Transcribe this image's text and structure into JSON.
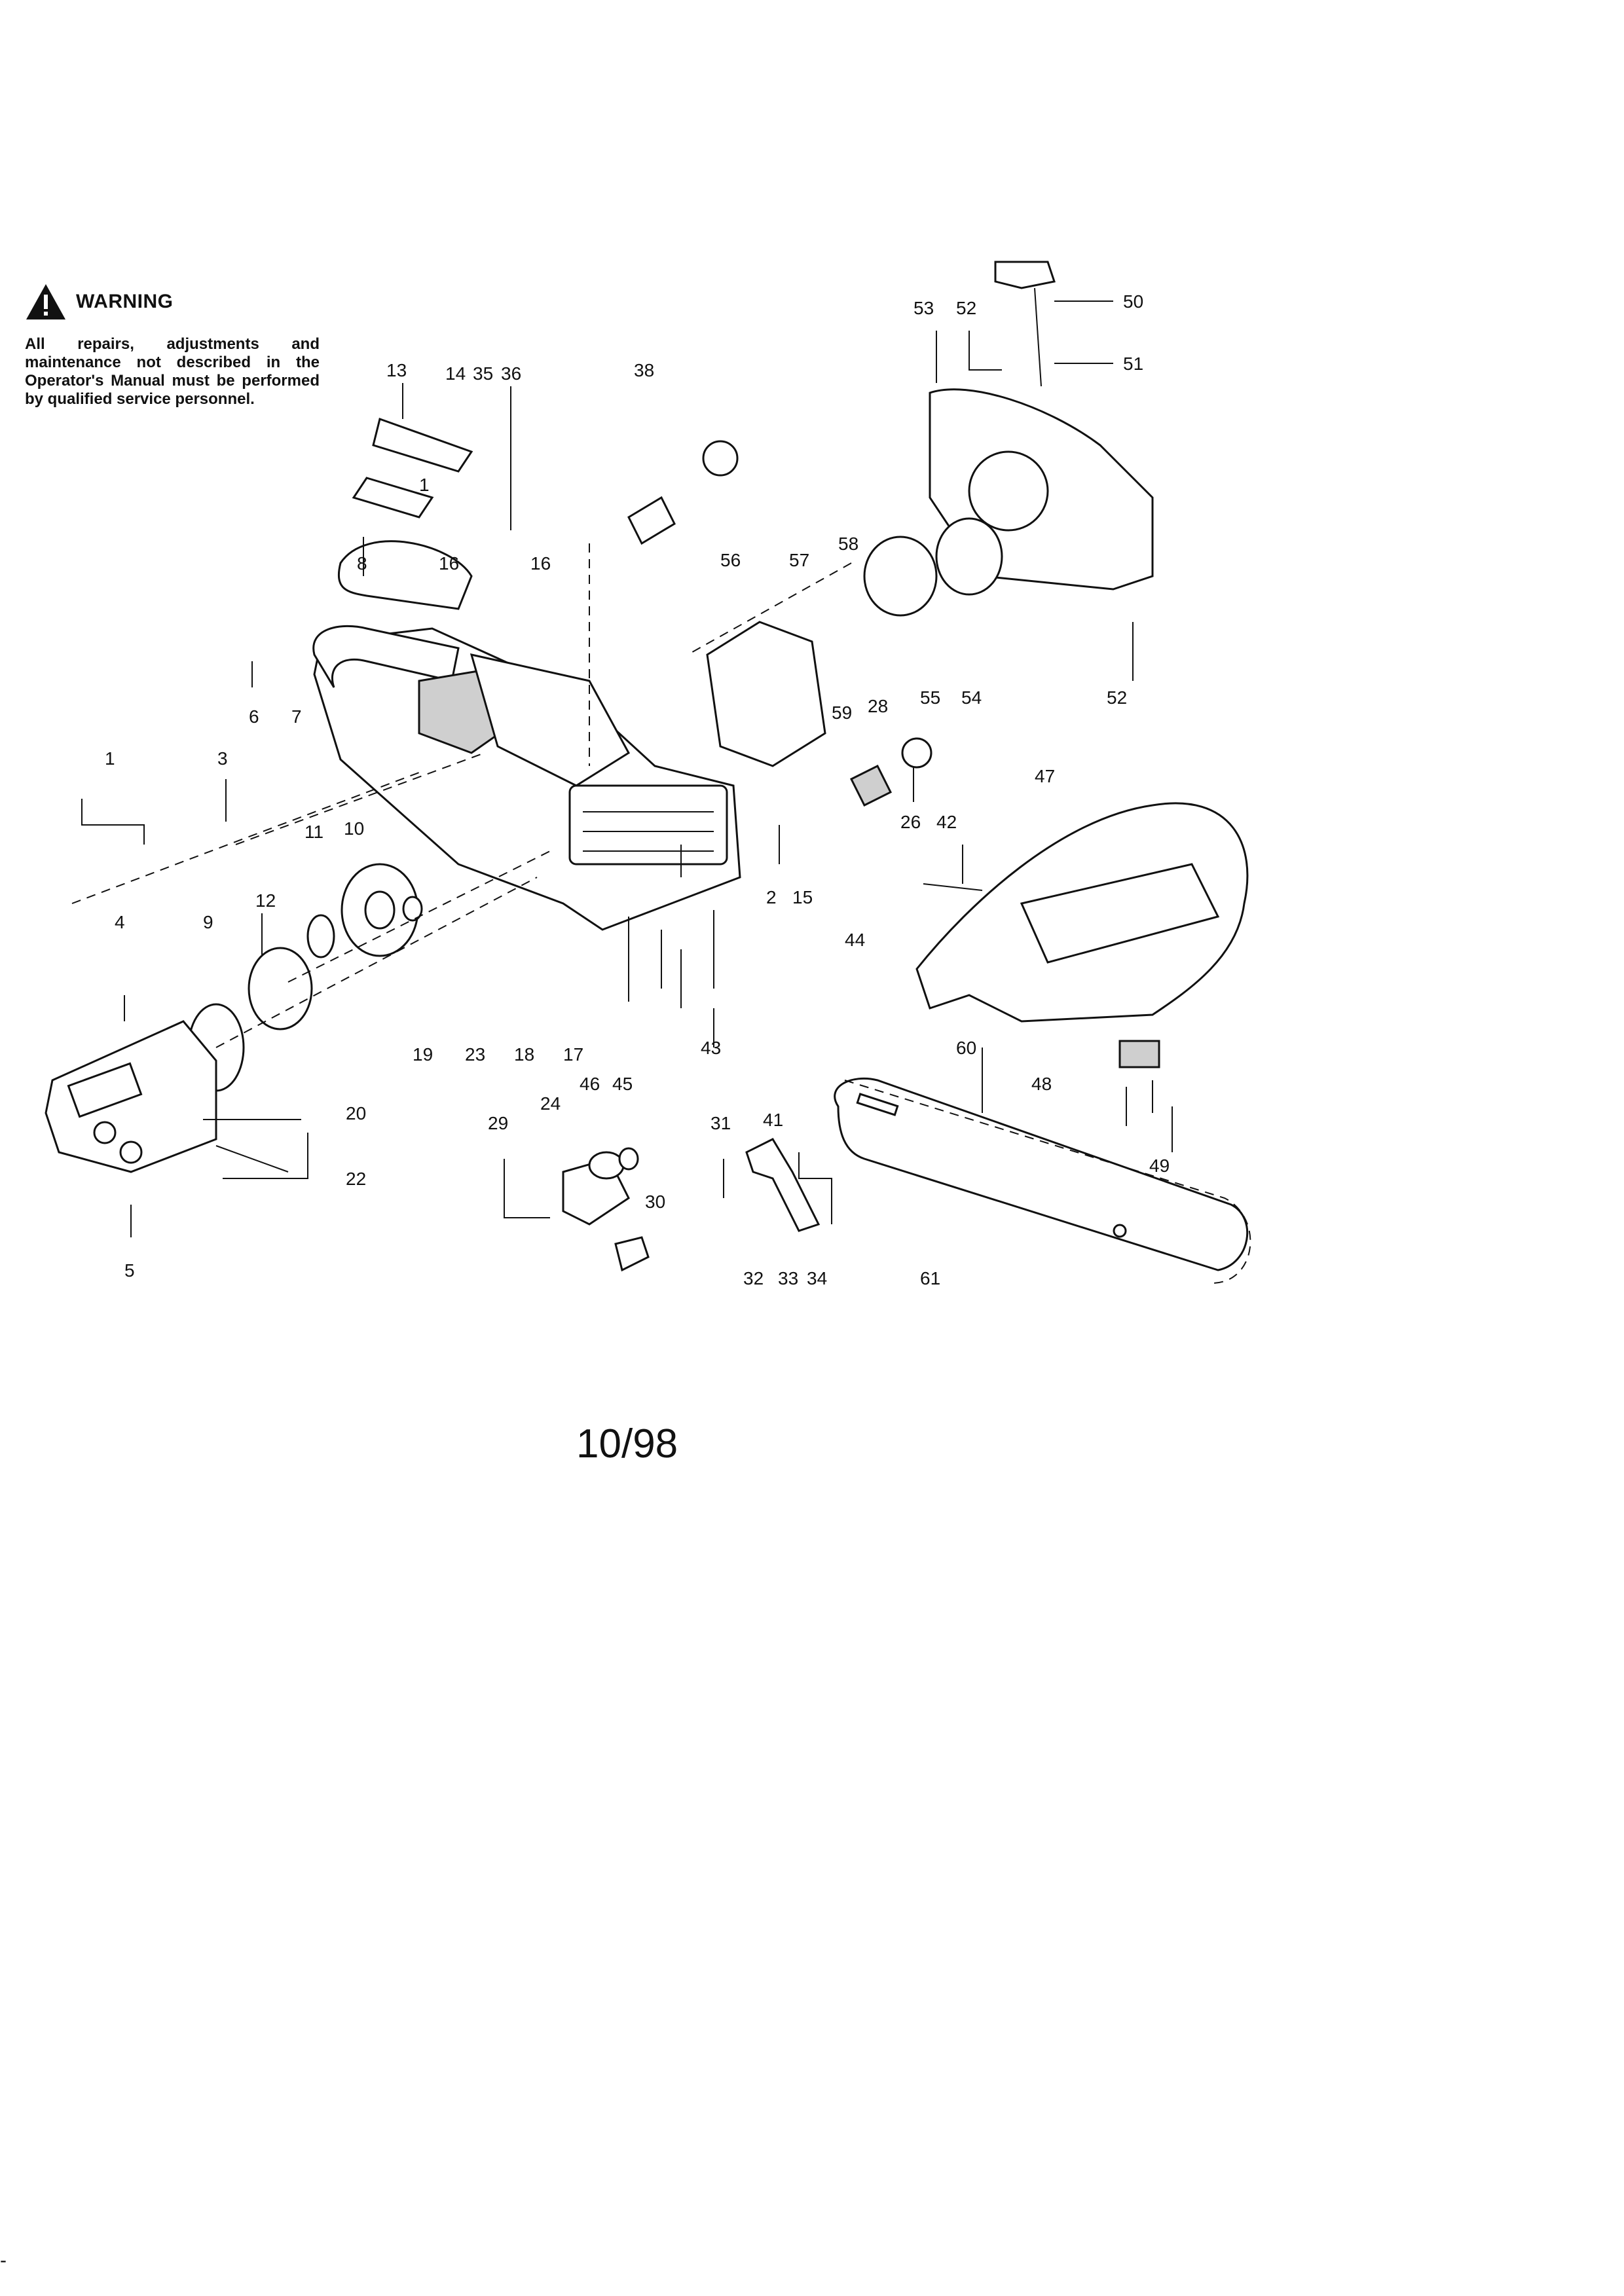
{
  "warning": {
    "title": "WARNING",
    "text": "All repairs, adjustments and maintenance not described in the Operator's Manual must be performed by qualified service personnel."
  },
  "footer": {
    "date": "10/98",
    "mark": "-"
  },
  "callouts": [
    {
      "text": "1"
    },
    {
      "text": "1"
    },
    {
      "text": "2"
    },
    {
      "text": "3"
    },
    {
      "text": "4"
    },
    {
      "text": "5"
    },
    {
      "text": "6"
    },
    {
      "text": "7"
    },
    {
      "text": "8"
    },
    {
      "text": "9"
    },
    {
      "text": "10"
    },
    {
      "text": "11"
    },
    {
      "text": "12"
    },
    {
      "text": "13"
    },
    {
      "text": "14"
    },
    {
      "text": "35"
    },
    {
      "text": "36"
    },
    {
      "text": "15"
    },
    {
      "text": "16"
    },
    {
      "text": "16"
    },
    {
      "text": "17"
    },
    {
      "text": "18"
    },
    {
      "text": "19"
    },
    {
      "text": "20"
    },
    {
      "text": "22"
    },
    {
      "text": "23"
    },
    {
      "text": "24"
    },
    {
      "text": "26"
    },
    {
      "text": "28"
    },
    {
      "text": "29"
    },
    {
      "text": "30"
    },
    {
      "text": "31"
    },
    {
      "text": "32"
    },
    {
      "text": "33"
    },
    {
      "text": "34"
    },
    {
      "text": "38"
    },
    {
      "text": "41"
    },
    {
      "text": "42"
    },
    {
      "text": "43"
    },
    {
      "text": "44"
    },
    {
      "text": "45"
    },
    {
      "text": "46"
    },
    {
      "text": "47"
    },
    {
      "text": "48"
    },
    {
      "text": "49"
    },
    {
      "text": "50"
    },
    {
      "text": "51"
    },
    {
      "text": "52"
    },
    {
      "text": "52"
    },
    {
      "text": "53"
    },
    {
      "text": "54"
    },
    {
      "text": "55"
    },
    {
      "text": "56"
    },
    {
      "text": "57"
    },
    {
      "text": "58"
    },
    {
      "text": "59"
    },
    {
      "text": "60"
    },
    {
      "text": "61"
    }
  ]
}
